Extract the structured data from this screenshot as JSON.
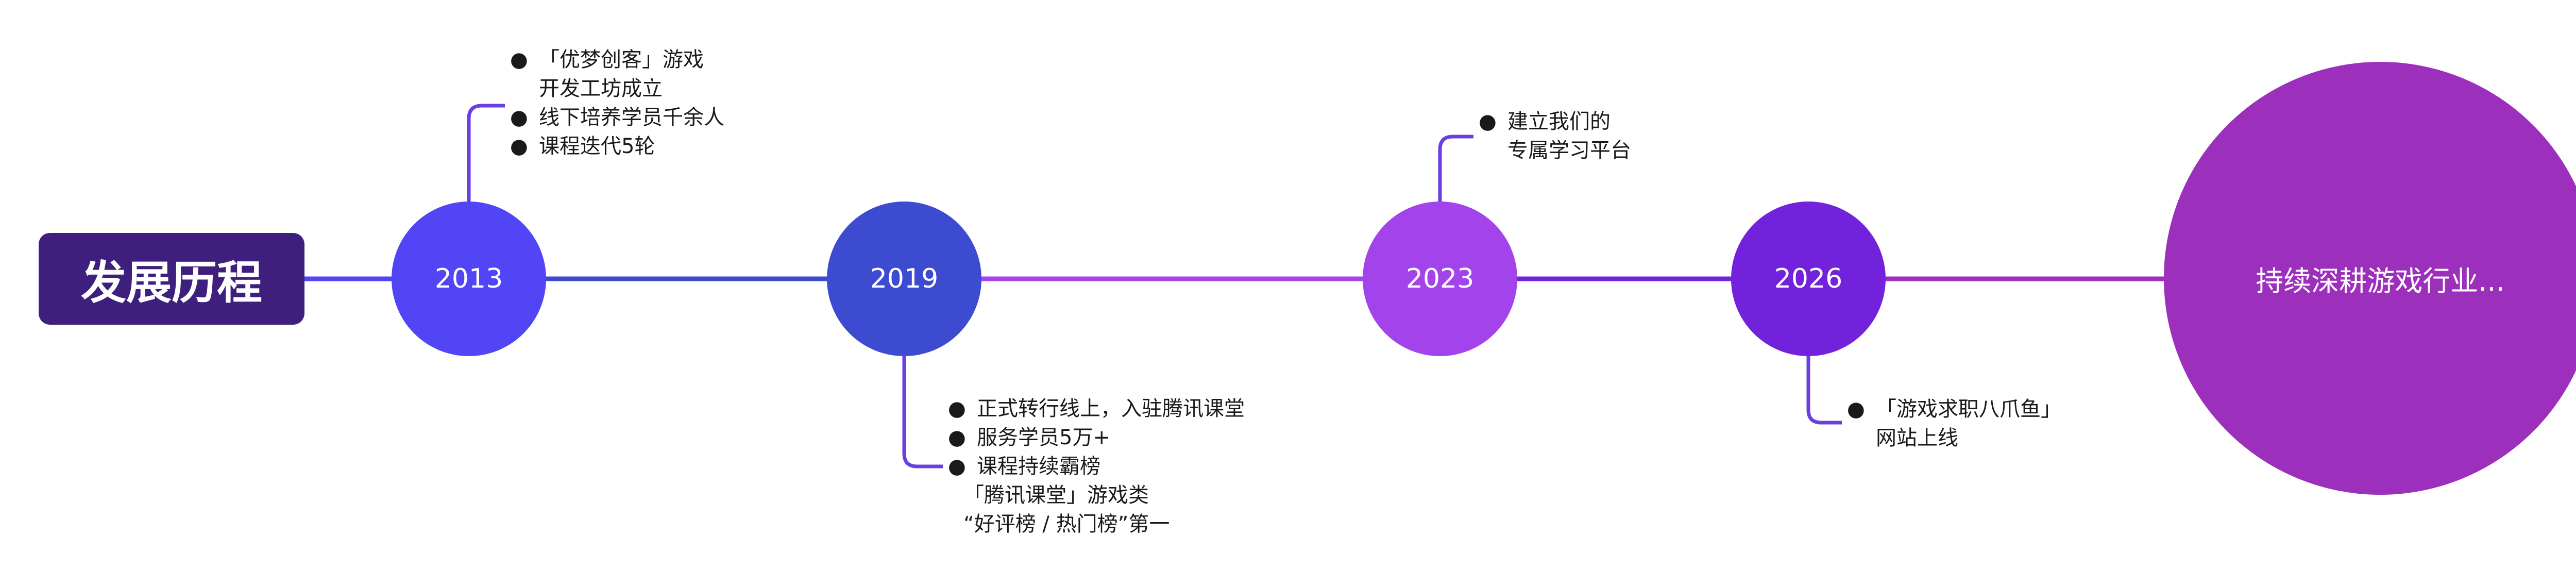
{
  "title": "发展历程",
  "colors": {
    "title_bg": "#3f1f7e",
    "connector": "#6a3ee0"
  },
  "nodes": [
    {
      "label": "2013",
      "color": "#5145f5"
    },
    {
      "label": "2019",
      "color": "#3d4bd1"
    },
    {
      "label": "2023",
      "color": "#a243ec"
    },
    {
      "label": "2026",
      "color": "#7322db"
    },
    {
      "label": "持续深耕游戏行业...",
      "color": "#9c2fbb"
    }
  ],
  "segments": [
    {
      "color": "#5145f5"
    },
    {
      "color": "#3d4bd1"
    },
    {
      "color": "#a243ec"
    },
    {
      "color": "#7322db"
    },
    {
      "color": "#9c2fbb"
    }
  ],
  "notes": [
    {
      "bullet": "●",
      "lines": [
        "「优梦创客」游戏",
        "开发工坊成立",
        "线下培养学员千余人",
        "课程迭代5轮"
      ]
    },
    {
      "bullet": "●",
      "lines": [
        "正式转行线上，入驻腾讯课堂",
        "服务学员5万+",
        "课程持续霸榜",
        "「腾讯课堂」游戏类",
        "“好评榜 / 热门榜”第一"
      ]
    },
    {
      "bullet": "●",
      "lines": [
        "建立我们的",
        "专属学习平台"
      ]
    },
    {
      "bullet": "●",
      "lines": [
        "「游戏求职八爪鱼」",
        "网站上线"
      ]
    }
  ]
}
